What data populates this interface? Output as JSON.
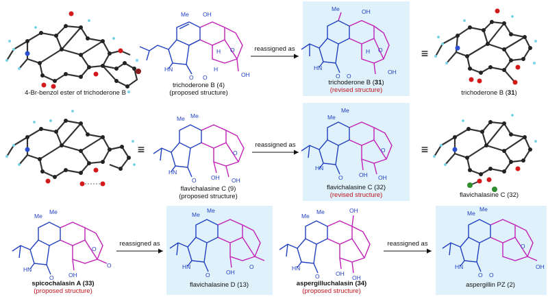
{
  "labels": {
    "row1": {
      "crystal_left": "4-Br-benzol ester of trichoderone B",
      "proposed_name": "trichoderone B (4)",
      "proposed_note": "(proposed structure)",
      "revised_name_pre": "trichoderone B (",
      "revised_name_num": "31",
      "revised_name_post": ")",
      "revised_note": "(revised structure)",
      "crystal_right_pre": "trichoderone B (",
      "crystal_right_num": "31",
      "crystal_right_post": ")"
    },
    "row2": {
      "proposed_name": "flavichalasine C (9)",
      "proposed_note": "(proposed structure)",
      "revised_name": "flavichalasine C (32)",
      "revised_note": "(revised structure)",
      "crystal_right": "flavichalasine C (32)"
    },
    "row3": {
      "a_name": "spicochalasin A (33)",
      "a_note": "(proposed structure)",
      "b_name": "flavichalasine D (13)",
      "c_name": "aspergilluchalasin (34)",
      "c_note": "(proposed structure)",
      "d_name": "aspergillin PZ (2)"
    }
  },
  "arrow_text": "reassigned as",
  "equiv_symbol": "≡",
  "atoms": {
    "me": "Me",
    "oh": "OH",
    "hn": "HN",
    "o": "O",
    "h": "H"
  },
  "colors": {
    "blue": "#1f3fbf",
    "magenta": "#c21fb8",
    "red": "#c0141c",
    "highlight": "#dff1fb"
  }
}
